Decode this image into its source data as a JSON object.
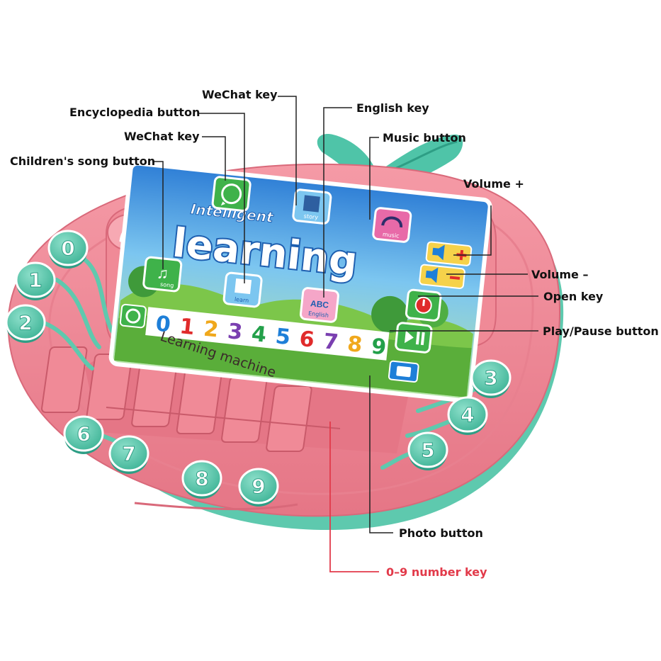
{
  "callouts": {
    "wechat_top": "WeChat key",
    "encyclopedia": "Encyclopedia button",
    "wechat": "WeChat key",
    "childrens_song": "Children's song button",
    "english": "English key",
    "music": "Music button",
    "volume_plus": "Volume +",
    "volume_minus": "Volume –",
    "open": "Open key",
    "play_pause": "Play/Pause button",
    "photo": "Photo button",
    "number_keys": "0–9 number key"
  },
  "screen": {
    "title_line1": "Intelligent",
    "title_line2": "learning",
    "icon_labels": {
      "song": "song",
      "learn": "learn",
      "story": "story",
      "music": "music",
      "english": "English"
    },
    "digits": [
      "0",
      "1",
      "2",
      "3",
      "4",
      "5",
      "6",
      "7",
      "8",
      "9"
    ],
    "digit_colors": [
      "#1e7fd8",
      "#e02b2b",
      "#f0a81c",
      "#7a3fb0",
      "#23a04a",
      "#1e7fd8",
      "#e02b2b",
      "#7a3fb0",
      "#f0a81c",
      "#23a04a"
    ]
  },
  "device": {
    "label": "Learning machine",
    "side_plus": "+",
    "side_minus": "–",
    "keys": [
      "0",
      "1",
      "2",
      "3",
      "4",
      "5",
      "6",
      "7",
      "8",
      "9"
    ]
  },
  "colors": {
    "body_pink": "#f08a97",
    "body_pink_dark": "#d9697a",
    "mint": "#4fc4a8",
    "mint_dark": "#2e9e85",
    "label_red": "#e23a4a"
  },
  "icons": [
    "whatsapp-icon",
    "story-book-icon",
    "music-note-icon",
    "headphones-icon",
    "learn-book-icon",
    "abc-icon",
    "speaker-plus-icon",
    "speaker-minus-icon",
    "power-icon",
    "play-pause-icon",
    "camera-icon",
    "refresh-icon",
    "arrow-icon"
  ]
}
